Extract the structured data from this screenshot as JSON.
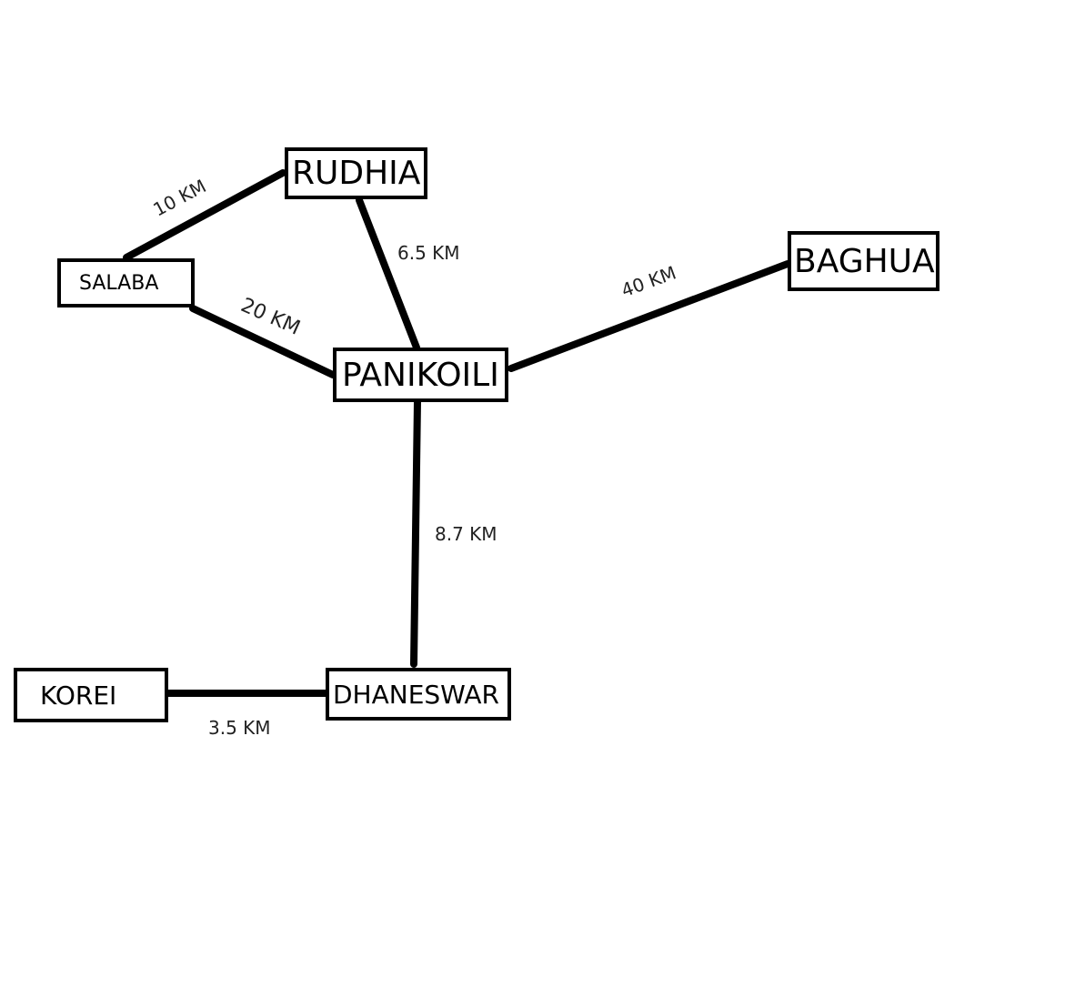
{
  "nodes": {
    "rudhia": "RUDHIA",
    "salaba": "SALABA",
    "baghua": "BAGHUA",
    "panikoili": "PANIKOILI",
    "korei": "KOREI",
    "dhaneswar": "DHANESWAR"
  },
  "edges": {
    "salaba_rudhia": "10 KM",
    "rudhia_panikoili": "6.5 KM",
    "salaba_panikoili": "20 KM",
    "panikoili_baghua": "40 KM",
    "panikoili_dhaneswar": "8.7 KM",
    "korei_dhaneswar": "3.5 KM"
  }
}
